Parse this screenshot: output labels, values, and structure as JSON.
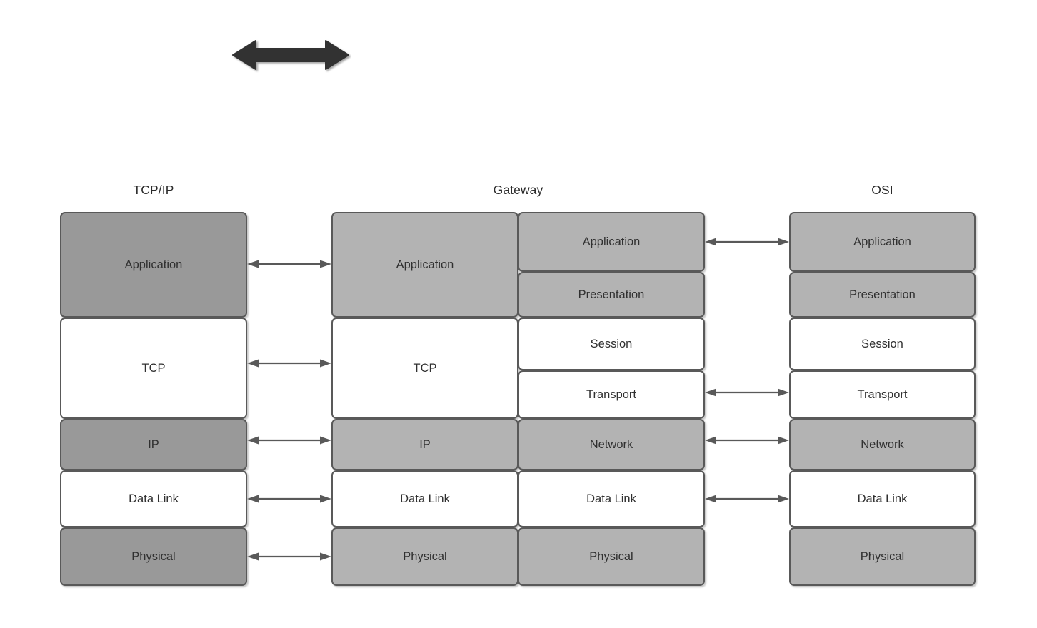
{
  "diagram": {
    "title_tcpip": "TCP/IP",
    "title_gateway": "Gateway",
    "title_osi": "OSI",
    "colors": {
      "fill_dark_grey": "#999999",
      "fill_light_grey": "#b3b3b3",
      "fill_white": "#ffffff",
      "border": "#595959",
      "text": "#303030",
      "block_arrow": "#333333"
    }
  },
  "tcpip_stack": {
    "label": "TCP/IP",
    "layers": [
      {
        "name": "Application",
        "fill": "dark"
      },
      {
        "name": "TCP",
        "fill": "white"
      },
      {
        "name": "IP",
        "fill": "dark"
      },
      {
        "name": "Data Link",
        "fill": "white"
      },
      {
        "name": "Physical",
        "fill": "dark"
      }
    ]
  },
  "gateway_stack": {
    "label": "Gateway",
    "left_layers": [
      {
        "name": "Application",
        "fill": "light"
      },
      {
        "name": "TCP",
        "fill": "white"
      },
      {
        "name": "IP",
        "fill": "light"
      },
      {
        "name": "Data Link",
        "fill": "white"
      },
      {
        "name": "Physical",
        "fill": "light"
      }
    ],
    "right_layers": [
      {
        "name": "Application",
        "fill": "light"
      },
      {
        "name": "Presentation",
        "fill": "light"
      },
      {
        "name": "Session",
        "fill": "white"
      },
      {
        "name": "Transport",
        "fill": "white"
      },
      {
        "name": "Network",
        "fill": "light"
      },
      {
        "name": "Data Link",
        "fill": "white"
      },
      {
        "name": "Physical",
        "fill": "light"
      }
    ]
  },
  "osi_stack": {
    "label": "OSI",
    "layers": [
      {
        "name": "Application",
        "fill": "light"
      },
      {
        "name": "Presentation",
        "fill": "light"
      },
      {
        "name": "Session",
        "fill": "white"
      },
      {
        "name": "Transport",
        "fill": "white"
      },
      {
        "name": "Network",
        "fill": "light"
      },
      {
        "name": "Data Link",
        "fill": "white"
      },
      {
        "name": "Physical",
        "fill": "light"
      }
    ]
  },
  "left_connectors": [
    {
      "from": "Application",
      "to": "Application"
    },
    {
      "from": "TCP",
      "to": "TCP"
    },
    {
      "from": "IP",
      "to": "IP"
    },
    {
      "from": "Data Link",
      "to": "Data Link"
    },
    {
      "from": "Physical",
      "to": "Physical"
    }
  ],
  "right_connectors": [
    {
      "from": "Application",
      "to": "Application"
    },
    {
      "from": "Transport",
      "to": "Transport"
    },
    {
      "from": "Network",
      "to": "Network"
    },
    {
      "from": "Data Link",
      "to": "Data Link"
    }
  ],
  "top_arrow": {
    "name": "double-headed-block-arrow",
    "direction": "bidirectional"
  }
}
